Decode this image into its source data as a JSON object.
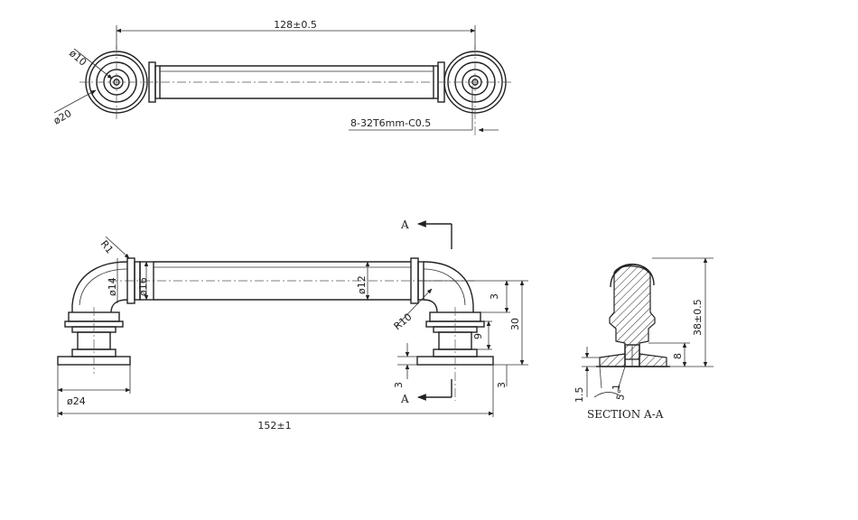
{
  "top_view": {
    "length": "128±0.5",
    "dia_inner": "ø10",
    "dia_outer": "ø20",
    "thread": "8-32T6mm-C0.5"
  },
  "front_view": {
    "section_marker_top": "A",
    "section_marker_bottom": "A",
    "radius_corner": "R1",
    "dia_joint": "ø14",
    "dia_ring": "ø16",
    "dia_bar": "ø12",
    "radius_bend": "R10",
    "dim_3_upper": "3",
    "dim_30": "30",
    "dim_9": "9",
    "dim_3_base_left": "3",
    "dim_3_base_right": "3",
    "dia_base": "ø24",
    "overall_length": "152±1"
  },
  "section_view": {
    "height": "38±0.5",
    "dim_8": "8",
    "dim_1_5": "1.5",
    "dim_1": "1",
    "angle": "5°",
    "title": "SECTION A-A"
  }
}
